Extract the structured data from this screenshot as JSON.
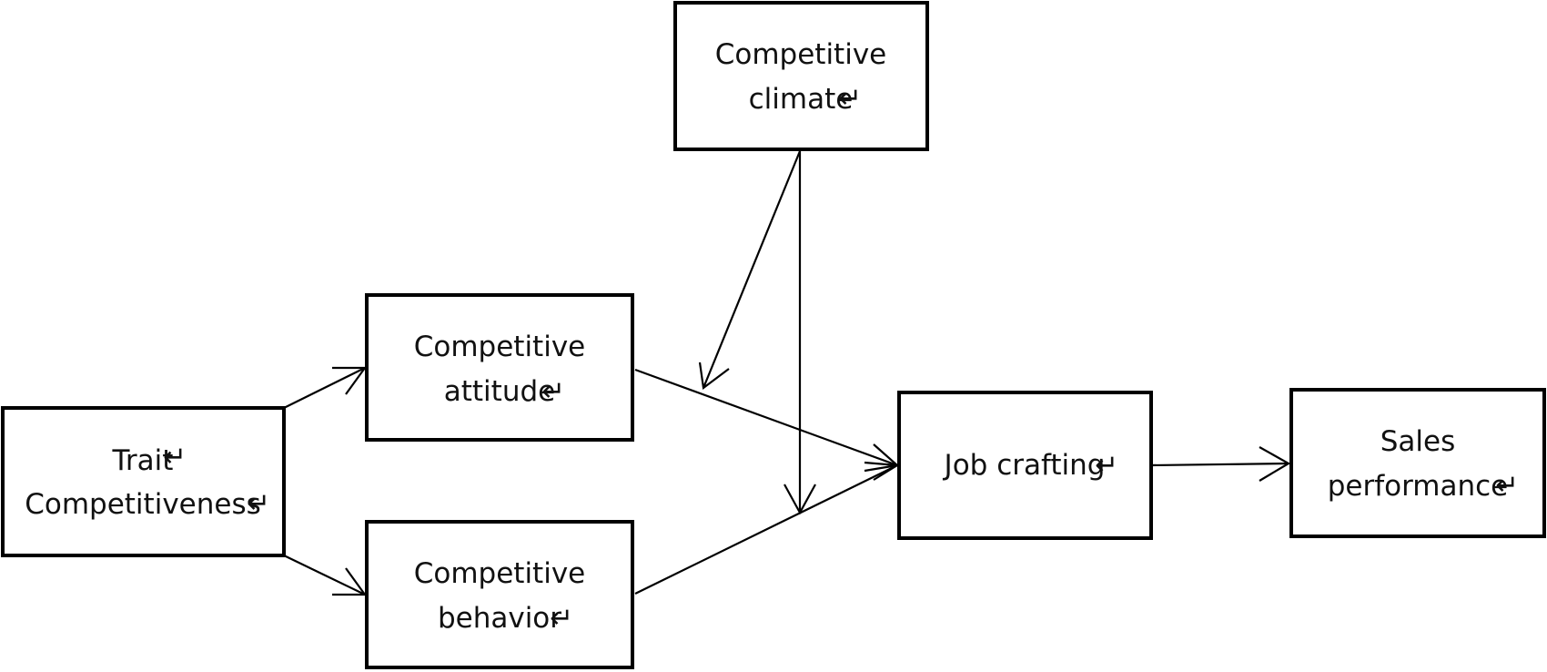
{
  "diagram": {
    "nodes": {
      "trait": {
        "lines": [
          "Trait",
          "Competitiveness"
        ]
      },
      "attitude": {
        "lines": [
          "Competitive",
          "attitude"
        ]
      },
      "behavior": {
        "lines": [
          "Competitive",
          "behavior"
        ]
      },
      "climate": {
        "lines": [
          "Competitive",
          "climate"
        ]
      },
      "crafting": {
        "lines": [
          "Job crafting"
        ]
      },
      "sales": {
        "lines": [
          "Sales",
          "performance"
        ]
      }
    },
    "paragraph_mark": "↵",
    "stroke_color": "#000000",
    "edges": [
      {
        "from": "trait",
        "to": "attitude"
      },
      {
        "from": "trait",
        "to": "behavior"
      },
      {
        "from": "attitude",
        "to": "crafting"
      },
      {
        "from": "behavior",
        "to": "crafting"
      },
      {
        "from": "climate",
        "to": "attitude-to-crafting path"
      },
      {
        "from": "climate",
        "to": "behavior-to-crafting path"
      },
      {
        "from": "crafting",
        "to": "sales"
      }
    ]
  }
}
